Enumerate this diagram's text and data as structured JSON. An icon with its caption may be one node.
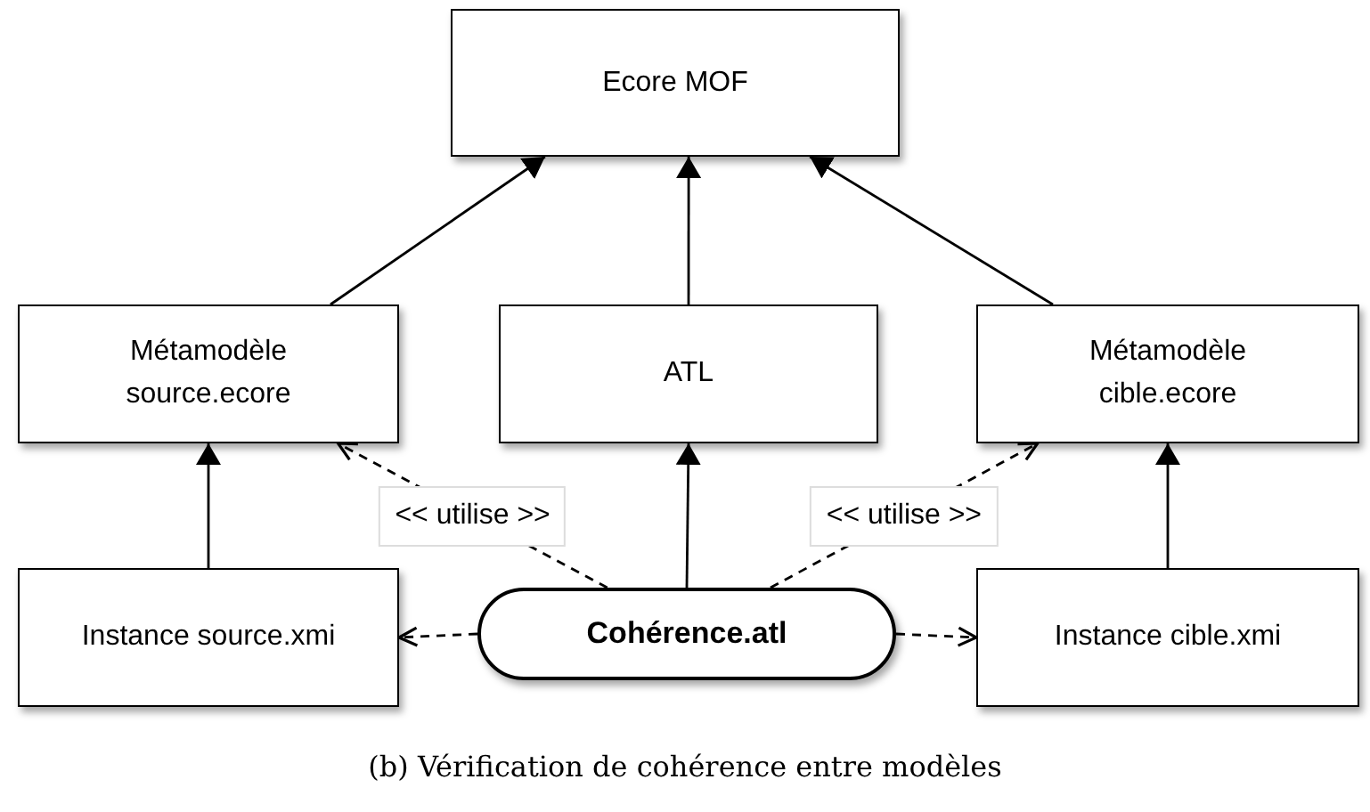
{
  "diagram": {
    "caption": "(b) Vérification de cohérence entre modèles",
    "nodes": [
      {
        "text": [
          "Ecore MOF"
        ]
      },
      {
        "text": [
          "Métamodèle source.ecore"
        ]
      },
      {
        "text": [
          "ATL"
        ]
      },
      {
        "text": [
          "Métamodèle cible.ecore"
        ]
      },
      {
        "text": [
          "Instance source.xmi"
        ]
      },
      {
        "text": [
          "Cohérence.atl"
        ]
      },
      {
        "text": [
          "Instance cible.xmi"
        ]
      }
    ],
    "edges": [
      {
        "from": 1,
        "to": 0,
        "arrow": "to"
      },
      {
        "from": 2,
        "to": 0,
        "arrow": "to"
      },
      {
        "from": 3,
        "to": 0,
        "arrow": "to"
      },
      {
        "from": 4,
        "to": 1,
        "arrow": "to"
      },
      {
        "from": 5,
        "to": 2,
        "arrow": "to"
      },
      {
        "from": 6,
        "to": 3,
        "arrow": "to"
      },
      {
        "from": 5,
        "to": 1,
        "arrow": "to",
        "style": "dashed",
        "label": "<< utilise >>"
      },
      {
        "from": 5,
        "to": 3,
        "arrow": "to",
        "style": "dashed",
        "label": "<< utilise >>"
      },
      {
        "from": 5,
        "to": 4,
        "arrow": "to",
        "style": "dashed"
      },
      {
        "from": 5,
        "to": 6,
        "arrow": "to",
        "style": "dashed"
      }
    ]
  }
}
